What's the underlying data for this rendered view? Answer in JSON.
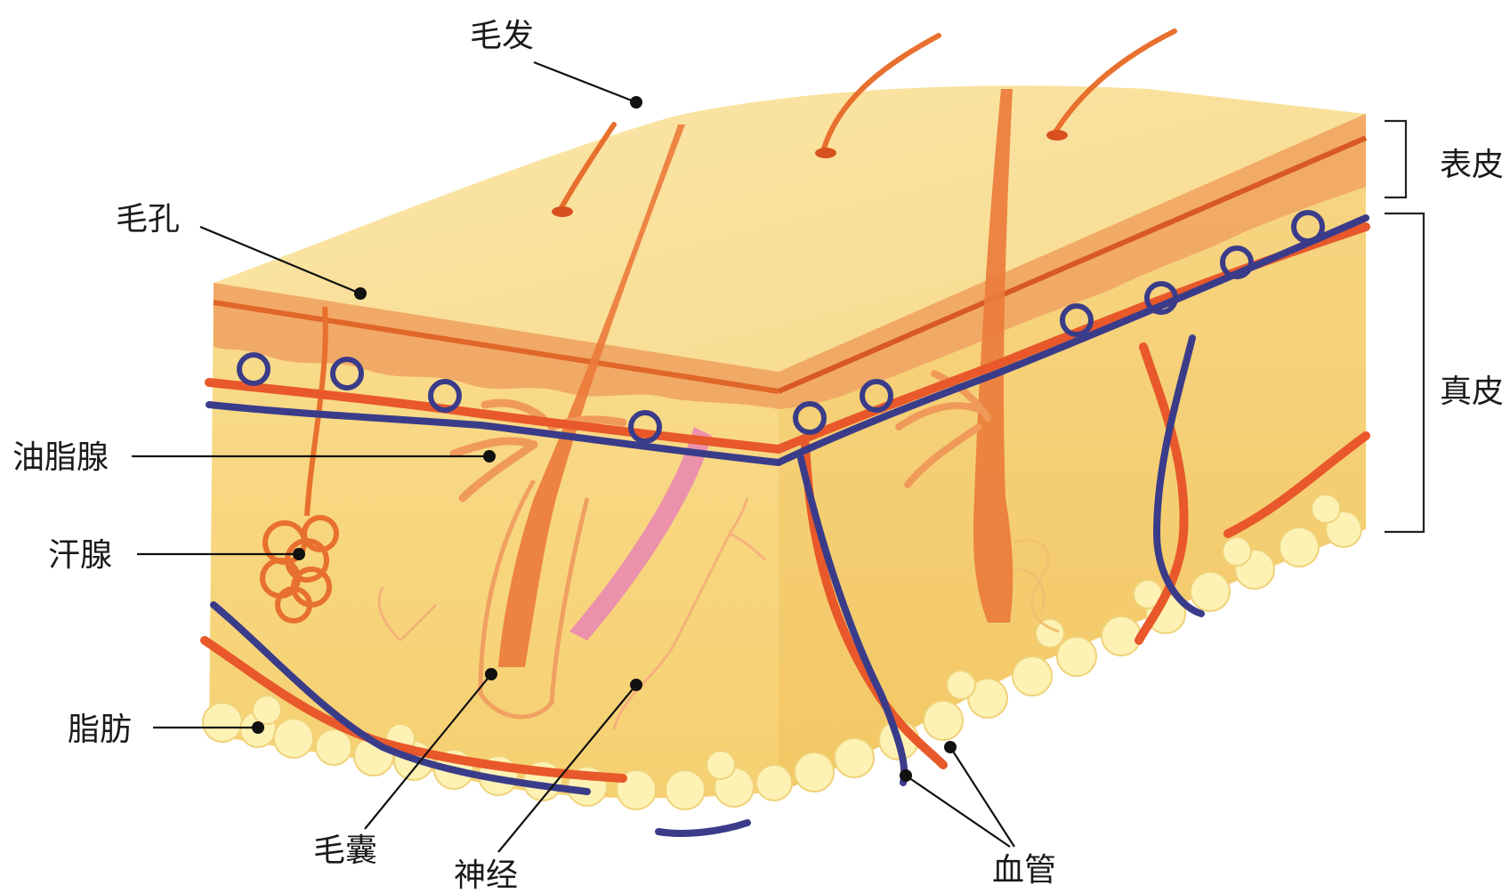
{
  "labels": {
    "hair": "毛发",
    "pore": "毛孔",
    "sebaceous_gland": "油脂腺",
    "sweat_gland": "汗腺",
    "fat": "脂肪",
    "hair_follicle": "毛囊",
    "nerve": "神经",
    "blood_vessel": "血管",
    "epidermis": "表皮",
    "dermis": "真皮"
  },
  "colors": {
    "skin_top": "#fbe6a6",
    "skin_side": "#f8d884",
    "epidermis_band": "#f08a4a",
    "artery": "#e8582a",
    "vein": "#3a3c8a",
    "fat": "#fdf2b4",
    "muscle": "#e98ab0"
  }
}
